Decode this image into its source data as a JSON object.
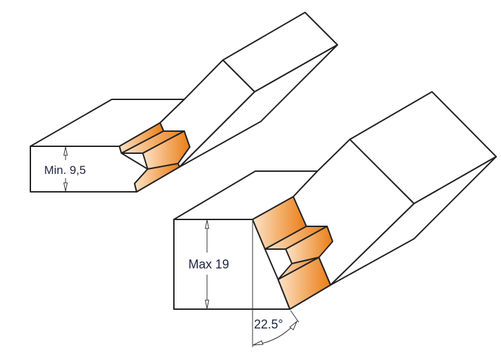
{
  "diagram": {
    "top_view": {
      "dimension_label": "Min. 9,5"
    },
    "bottom_view": {
      "dimension_label": "Max 19",
      "angle_label": "22.5°"
    }
  },
  "colors": {
    "cutter_light": "#fde3c8",
    "cutter_dark": "#ea7d14",
    "line": "#222222"
  }
}
